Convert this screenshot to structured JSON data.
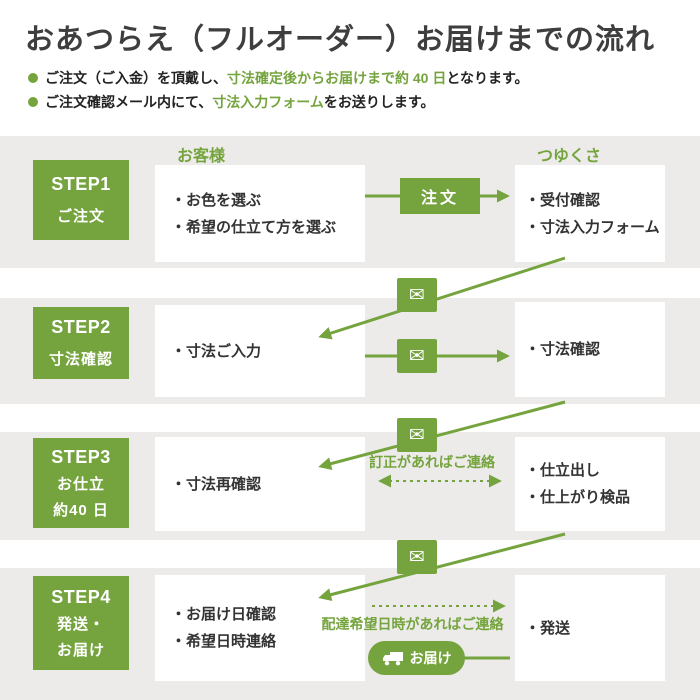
{
  "header": {
    "title": "おあつらえ（フルオーダー）お届けまでの流れ",
    "notes": [
      {
        "pre": "ご注文（ご入金）を頂戴し、",
        "highlight": "寸法確定後からお届けまで約 40 日",
        "post": "となります。"
      },
      {
        "pre": "ご注文確認メール内にて、",
        "highlight": "寸法入力フォーム",
        "post": "をお送りします。"
      }
    ]
  },
  "columns": {
    "customer": "お客様",
    "shop": "つゆくさ"
  },
  "steps": [
    {
      "label": "STEP1",
      "sublabel": [
        "ご注文"
      ],
      "customer_items": [
        "お色を選ぶ",
        "希望の仕立て方を選ぶ"
      ],
      "shop_items": [
        "受付確認",
        "寸法入力フォーム"
      ]
    },
    {
      "label": "STEP2",
      "sublabel": [
        "寸法確認"
      ],
      "customer_items": [
        "寸法ご入力"
      ],
      "shop_items": [
        "寸法確認"
      ]
    },
    {
      "label": "STEP3",
      "sublabel": [
        "お仕立",
        "約40 日"
      ],
      "customer_items": [
        "寸法再確認"
      ],
      "shop_items": [
        "仕立出し",
        "仕上がり検品"
      ]
    },
    {
      "label": "STEP4",
      "sublabel": [
        "発送・",
        "お届け"
      ],
      "customer_items": [
        "お届け日確認",
        "希望日時連絡"
      ],
      "shop_items": [
        "発送"
      ]
    }
  ],
  "badges": {
    "order": "注文",
    "delivery": "お届け"
  },
  "annotations": {
    "correction": "訂正があればご連絡",
    "delivery_request": "配達希望日時があればご連絡"
  },
  "icons": {
    "mail": "✉"
  },
  "colors": {
    "green": "#75a43e",
    "band_gray": "#ecebe9",
    "title_text": "#3e3e3e"
  }
}
